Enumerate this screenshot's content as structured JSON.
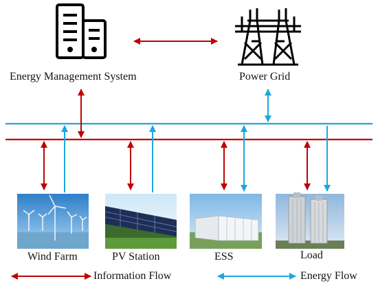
{
  "nodes": {
    "ems": {
      "label": "Energy Management System",
      "icon": "server-icon"
    },
    "grid": {
      "label": "Power Grid",
      "icon": "transmission-tower-icon"
    },
    "wind": {
      "label": "Wind Farm",
      "icon": "wind-turbines-photo"
    },
    "pv": {
      "label": "PV Station",
      "icon": "solar-panels-photo"
    },
    "ess": {
      "label": "ESS",
      "icon": "battery-containers-photo"
    },
    "load": {
      "label": "Load",
      "icon": "buildings-photo"
    }
  },
  "legend": {
    "information": {
      "label": "Information Flow",
      "color": "#c00000"
    },
    "energy": {
      "label": "Energy Flow",
      "color": "#1aa7e0"
    }
  },
  "colors": {
    "info": "#c00000",
    "energy": "#1aa7e0",
    "icon": "#000000"
  }
}
